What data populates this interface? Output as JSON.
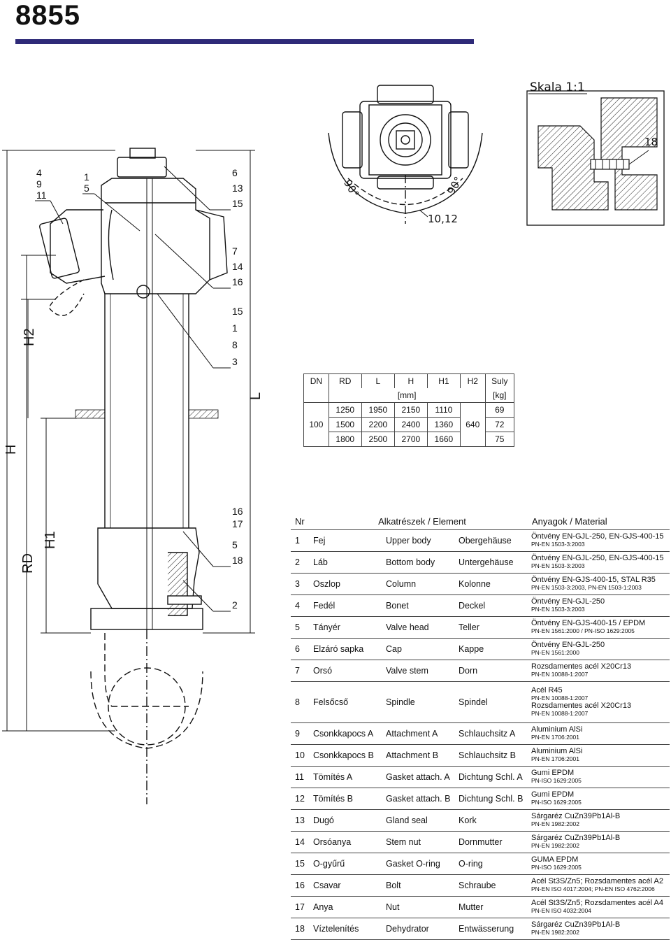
{
  "header": {
    "title": "8855"
  },
  "drawing": {
    "scale_label": "Skala 1:1",
    "angle_left": "90°",
    "angle_right": "90°",
    "detail_label": "18",
    "top_label": "10,12",
    "left_callouts": [
      "4",
      "9",
      "11"
    ],
    "mid_callouts": [
      "1",
      "5"
    ],
    "right_callouts_a": [
      "6",
      "13",
      "15"
    ],
    "right_callouts_b": [
      "7",
      "14",
      "16"
    ],
    "right_callouts_c": [
      "15",
      "1",
      "8",
      "3"
    ],
    "right_callouts_d": [
      "16",
      "17",
      "5",
      "18"
    ],
    "right_callouts_e": [
      "2"
    ],
    "dim_L": "L",
    "dim_H": "H",
    "dim_H2": "H2",
    "dim_H1": "H1",
    "dim_RD": "RD"
  },
  "dims_table": {
    "headers": [
      "DN",
      "RD",
      "L",
      "H",
      "H1",
      "H2",
      "Suly"
    ],
    "units": [
      "[mm]",
      "[kg]"
    ],
    "dn": "100",
    "h2": "640",
    "rows": [
      [
        "1250",
        "1950",
        "2150",
        "1110",
        "69"
      ],
      [
        "1500",
        "2200",
        "2400",
        "1360",
        "72"
      ],
      [
        "1800",
        "2500",
        "2700",
        "1660",
        "75"
      ]
    ]
  },
  "parts_table": {
    "headers": {
      "nr": "Nr",
      "element": "Alkatrészek / Element",
      "material": "Anyagok / Material"
    },
    "rows": [
      {
        "nr": "1",
        "hu": "Fej",
        "en": "Upper body",
        "de": "Obergehäuse",
        "mat": "Öntvény  EN-GJL-250, EN-GJS-400-15",
        "std": "PN-EN 1503-3:2003"
      },
      {
        "nr": "2",
        "hu": "Láb",
        "en": "Bottom body",
        "de": "Untergehäuse",
        "mat": "Öntvény  EN-GJL-250, EN-GJS-400-15",
        "std": "PN-EN 1503-3:2003"
      },
      {
        "nr": "3",
        "hu": "Oszlop",
        "en": "Column",
        "de": "Kolonne",
        "mat": "Öntvény  EN-GJS-400-15, STAL R35",
        "std": "PN-EN 1503-3:2003, PN-EN 1503-1:2003"
      },
      {
        "nr": "4",
        "hu": "Fedél",
        "en": "Bonet",
        "de": "Deckel",
        "mat": "Öntvény  EN-GJL-250",
        "std": "PN-EN 1503-3:2003"
      },
      {
        "nr": "5",
        "hu": "Tányér",
        "en": "Valve head",
        "de": "Teller",
        "mat": "Öntvény  EN-GJS-400-15 / EPDM",
        "std": "PN-EN 1561:2000 / PN-ISO 1629:2005"
      },
      {
        "nr": "6",
        "hu": "Elzáró sapka",
        "en": "Cap",
        "de": "Kappe",
        "mat": "Öntvény  EN-GJL-250",
        "std": "PN-EN 1561:2000"
      },
      {
        "nr": "7",
        "hu": "Orsó",
        "en": "Valve stem",
        "de": "Dorn",
        "mat": "Rozsdamentes acél X20Cr13",
        "std": "PN-EN 10088-1:2007"
      },
      {
        "nr": "8",
        "hu": "Felsőcső",
        "en": "Spindle",
        "de": "Spindel",
        "mat": "Acél R45",
        "std": "PN-EN 10088-1:2007",
        "mat2": "Rozsdamentes acél X20Cr13",
        "std2": "PN-EN 10088-1:2007"
      },
      {
        "nr": "9",
        "hu": "Csonkkapocs A",
        "en": "Attachment A",
        "de": "Schlauchsitz A",
        "mat": "Aluminium AlSi",
        "std": "PN-EN 1706:2001"
      },
      {
        "nr": "10",
        "hu": "Csonkkapocs B",
        "en": "Attachment B",
        "de": "Schlauchsitz B",
        "mat": "Aluminium AlSi",
        "std": "PN-EN 1706:2001"
      },
      {
        "nr": "11",
        "hu": "Tömítés A",
        "en": "Gasket attach. A",
        "de": "Dichtung Schl. A",
        "mat": "Gumi EPDM",
        "std": "PN-ISO 1629:2005"
      },
      {
        "nr": "12",
        "hu": "Tömítés B",
        "en": "Gasket attach. B",
        "de": "Dichtung Schl. B",
        "mat": "Gumi EPDM",
        "std": "PN-ISO 1629:2005"
      },
      {
        "nr": "13",
        "hu": "Dugó",
        "en": "Gland seal",
        "de": "Kork",
        "mat": "Sárgaréz CuZn39Pb1Al-B",
        "std": "PN-EN 1982:2002"
      },
      {
        "nr": "14",
        "hu": "Orsóanya",
        "en": "Stem nut",
        "de": "Dornmutter",
        "mat": "Sárgaréz CuZn39Pb1Al-B",
        "std": "PN-EN 1982:2002"
      },
      {
        "nr": "15",
        "hu": "O-gyűrű",
        "en": "Gasket O-ring",
        "de": "O-ring",
        "mat": "GUMA EPDM",
        "std": "PN-ISO 1629:2005"
      },
      {
        "nr": "16",
        "hu": "Csavar",
        "en": "Bolt",
        "de": "Schraube",
        "mat": "Acél St3S/Zn5; Rozsdamentes acél A2",
        "std": "PN-EN ISO 4017:2004; PN-EN ISO 4762:2006"
      },
      {
        "nr": "17",
        "hu": "Anya",
        "en": "Nut",
        "de": "Mutter",
        "mat": "Acél St3S/Zn5; Rozsdamentes acél A4",
        "std": "PN-EN ISO 4032:2004"
      },
      {
        "nr": "18",
        "hu": "Víztelenítés",
        "en": "Dehydrator",
        "de": "Entwässerung",
        "mat": "Sárgaréz CuZn39Pb1Al-B",
        "std": "PN-EN 1982:2002"
      }
    ]
  }
}
